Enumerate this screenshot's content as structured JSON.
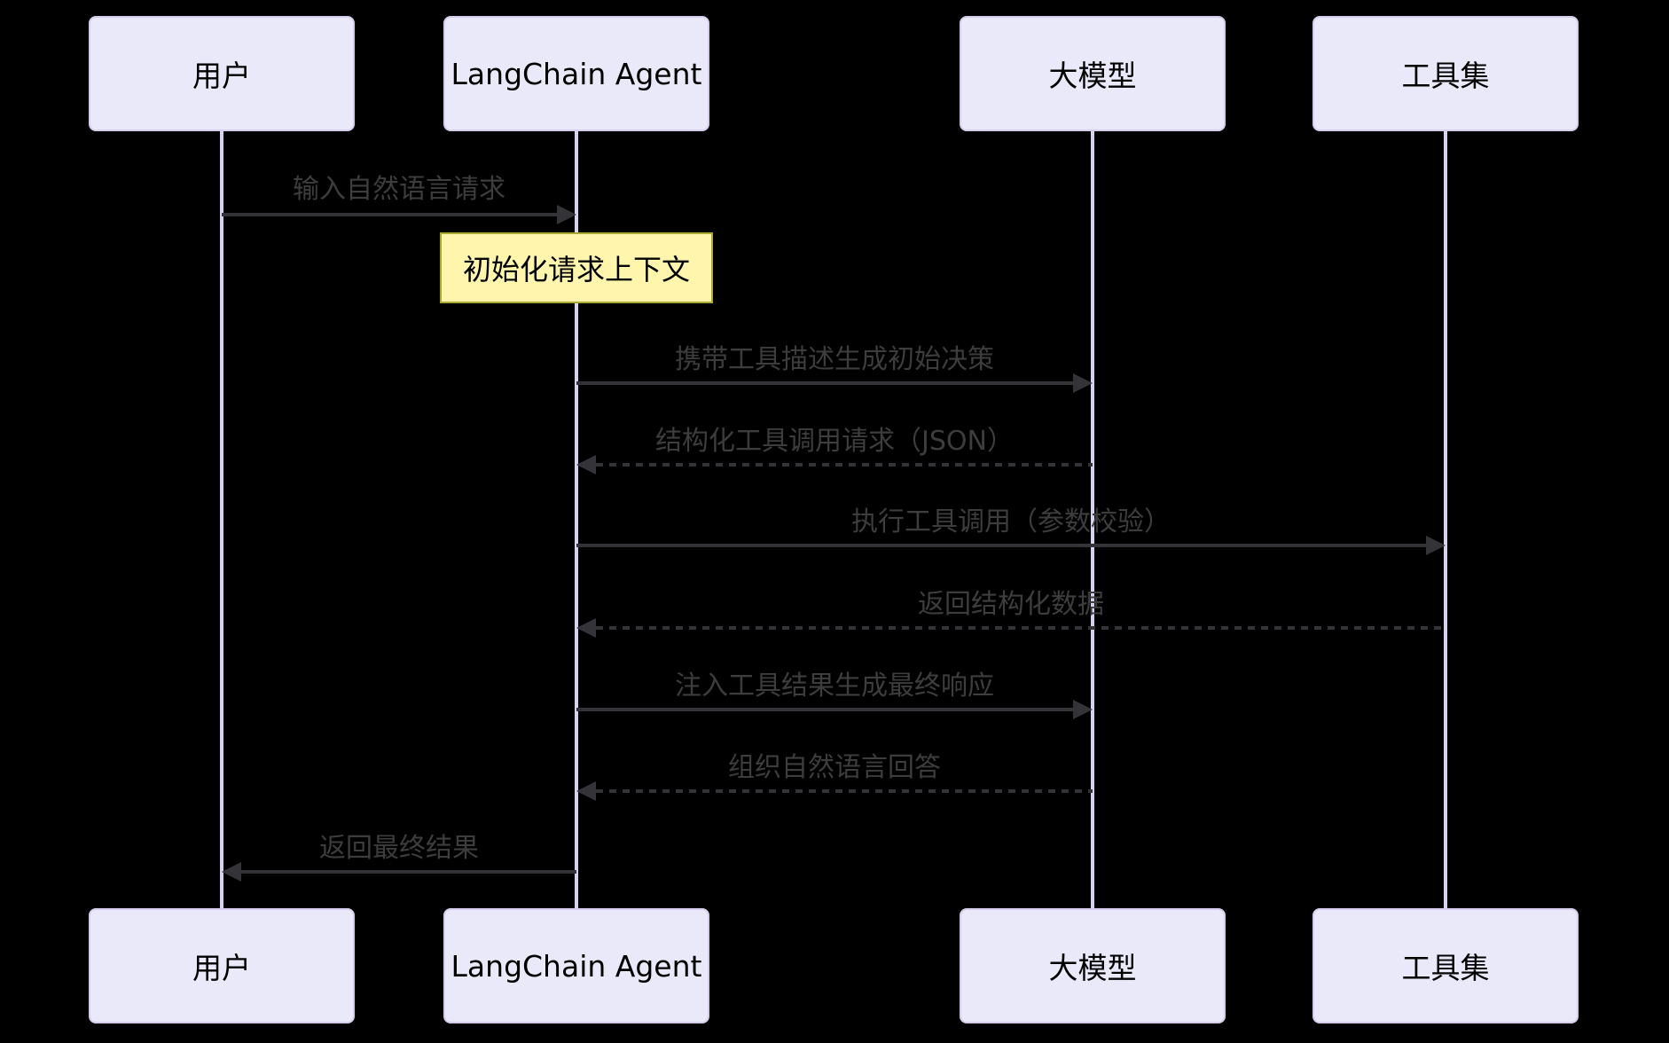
{
  "theme": {
    "background": "#000000",
    "actor_fill": "#EAE9F9",
    "actor_border": "#D5CDEB",
    "actor_text_color": "#000000",
    "lifeline_color": "#D8D2F0",
    "note_fill": "#FFF5AD",
    "note_border": "#AAAA33",
    "arrow_color": "#343438",
    "message_text_color": "#3D3D3D"
  },
  "diagram_type": "sequence",
  "actors": [
    {
      "id": "user",
      "label": "用户"
    },
    {
      "id": "langchain-agent",
      "label": "LangChain Agent"
    },
    {
      "id": "llm",
      "label": "大模型"
    },
    {
      "id": "toolset",
      "label": "工具集"
    }
  ],
  "note": {
    "over": "langchain-agent",
    "label": "初始化请求上下文"
  },
  "messages": [
    {
      "from": "user",
      "to": "langchain-agent",
      "style": "solid",
      "label": "输入自然语言请求"
    },
    {
      "from": "langchain-agent",
      "to": "llm",
      "style": "solid",
      "label": "携带工具描述生成初始决策"
    },
    {
      "from": "llm",
      "to": "langchain-agent",
      "style": "dashed",
      "label": "结构化工具调用请求（JSON）"
    },
    {
      "from": "langchain-agent",
      "to": "toolset",
      "style": "solid",
      "label": "执行工具调用（参数校验）"
    },
    {
      "from": "toolset",
      "to": "langchain-agent",
      "style": "dashed",
      "label": "返回结构化数据"
    },
    {
      "from": "langchain-agent",
      "to": "llm",
      "style": "solid",
      "label": "注入工具结果生成最终响应"
    },
    {
      "from": "llm",
      "to": "langchain-agent",
      "style": "dashed",
      "label": "组织自然语言回答"
    },
    {
      "from": "langchain-agent",
      "to": "user",
      "style": "solid",
      "label": "返回最终结果"
    }
  ]
}
